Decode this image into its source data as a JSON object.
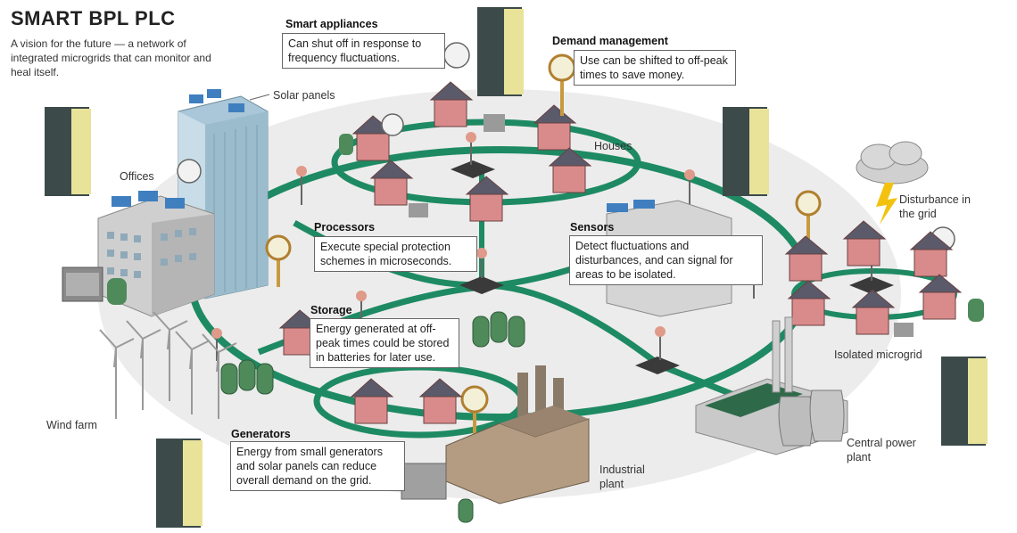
{
  "header": {
    "title": "SMART BPL PLC",
    "subtitle": "A vision for the future — a network of integrated microgrids that can monitor and heal itself."
  },
  "callouts": {
    "smart_appliances": {
      "title": "Smart appliances",
      "text": "Can shut off in response to frequency fluctuations."
    },
    "demand_management": {
      "title": "Demand management",
      "text": "Use can be shifted to off-peak times to save money."
    },
    "processors": {
      "title": "Processors",
      "text": "Execute special protection schemes in microseconds."
    },
    "sensors": {
      "title": "Sensors",
      "text": "Detect fluctuations and disturbances, and can signal for areas to be isolated."
    },
    "storage": {
      "title": "Storage",
      "text": "Energy generated at off-peak times could be stored in batteries for later use."
    },
    "generators": {
      "title": "Generators",
      "text": "Energy from small generators and solar panels can reduce overall demand on the grid."
    }
  },
  "labels": {
    "solar_panels": "Solar panels",
    "offices": "Offices",
    "houses": "Houses",
    "disturbance": "Disturbance in the grid",
    "isolated_microgrid": "Isolated microgrid",
    "wind_farm": "Wind farm",
    "central_power_plant": "Central power plant",
    "industrial_plant": "Industrial plant"
  },
  "colors": {
    "grid_line": "#1e8a63",
    "ground": "#dcdcdc",
    "house_wall": "#d98b8b",
    "roof": "#5a5a6a",
    "solar": "#3f7fbf",
    "device_body": "#3c4a4a",
    "device_panel": "#e9e39a",
    "sensor_red": "#d42020"
  },
  "icons": [
    "device-icon",
    "house-icon",
    "office-tower-icon",
    "wind-turbine-icon",
    "battery-storage-icon",
    "factory-icon",
    "power-plant-icon",
    "gauge-icon",
    "processor-chip-icon",
    "sensor-icon",
    "cloud-lightning-icon",
    "plug-icon",
    "generator-icon"
  ]
}
